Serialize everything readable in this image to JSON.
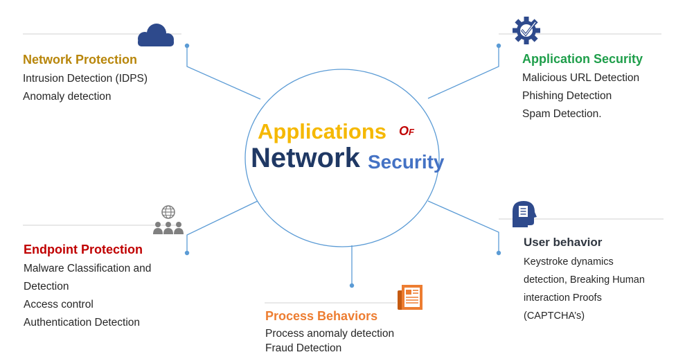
{
  "center": {
    "word1": "Applications",
    "word2": "Of",
    "word3": "Network",
    "word4": "Security",
    "colors": {
      "word1": "#f5b800",
      "word2": "#c00000",
      "word3": "#1f3864",
      "word4": "#4472c4"
    }
  },
  "sections": {
    "network_protection": {
      "title": "Network Protection",
      "color": "#b8860b",
      "icon": "cloud-icon",
      "items": [
        "Intrusion Detection (IDPS)",
        "Anomaly detection"
      ]
    },
    "application_security": {
      "title": "Application Security",
      "color": "#1e9e4a",
      "icon": "gear-check-icon",
      "items": [
        "Malicious URL Detection",
        "Phishing Detection",
        "Spam Detection."
      ]
    },
    "endpoint_protection": {
      "title": "Endpoint Protection",
      "color": "#c00000",
      "icon": "globe-people-icon",
      "items": [
        "Malware Classification and",
        "Detection",
        "Access control",
        "Authentication Detection"
      ]
    },
    "user_behavior": {
      "title": "User behavior",
      "color": "#2f3640",
      "icon": "head-document-icon",
      "items": [
        "Keystroke dynamics",
        "detection, Breaking Human",
        "interaction Proofs",
        "(CAPTCHA’s)"
      ]
    },
    "process_behaviors": {
      "title": "Process Behaviors",
      "color": "#ed7d31",
      "icon": "newspaper-icon",
      "items": [
        "Process anomaly detection",
        "Fraud Detection"
      ]
    }
  },
  "colors": {
    "line": "#5b9bd5",
    "rule": "#d9d9d9",
    "dark_blue_icon": "#2e4a8c",
    "gray_icon": "#808080",
    "orange_icon": "#ed7d31"
  }
}
